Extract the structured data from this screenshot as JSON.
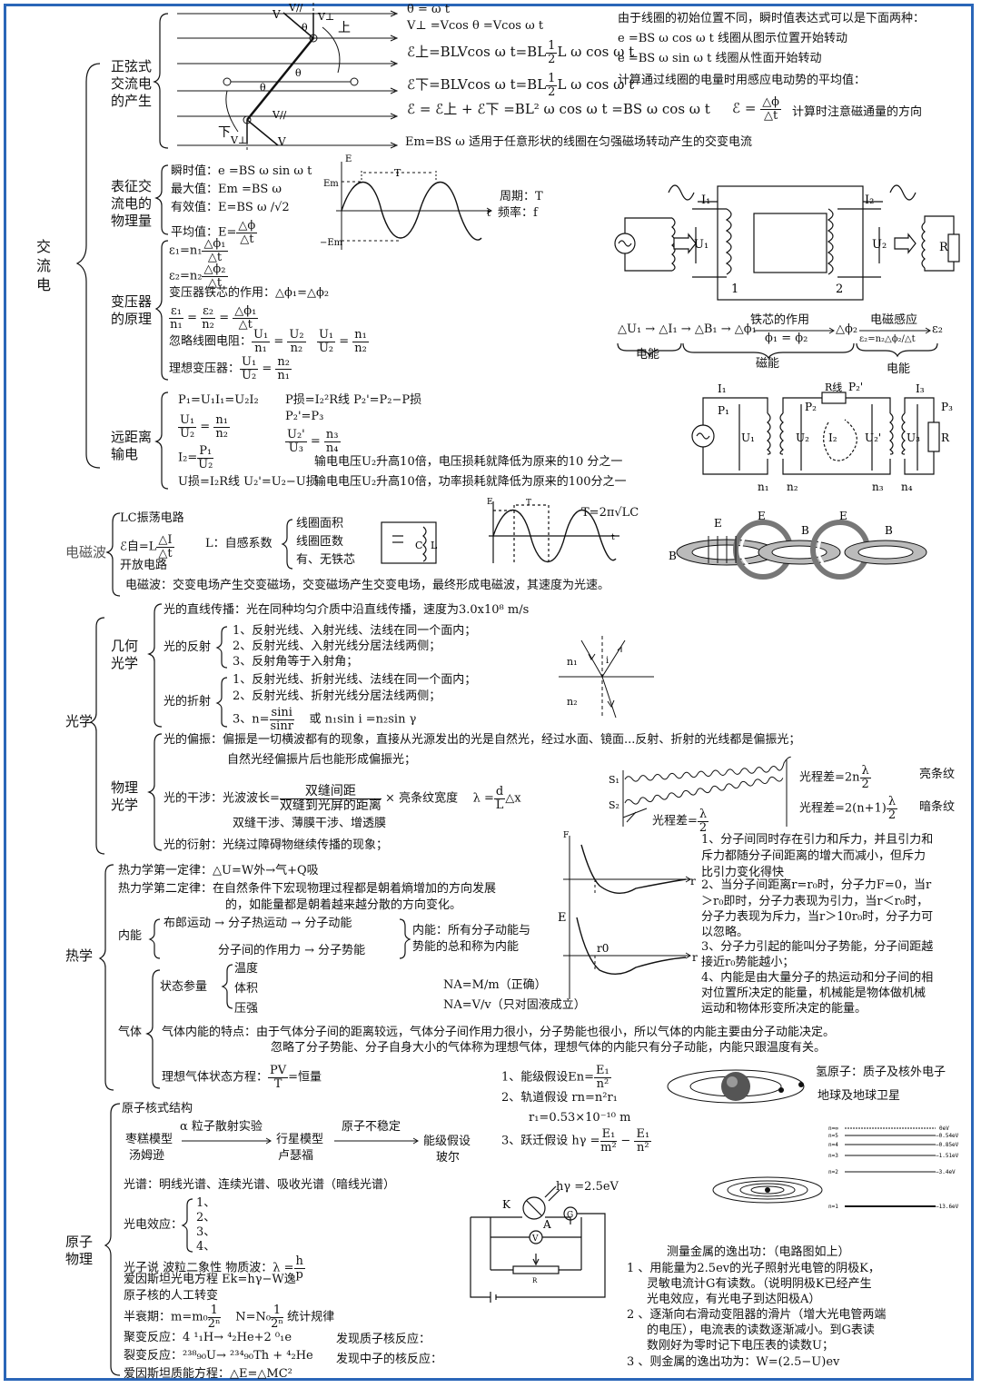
{
  "border_color": "#2a66b8",
  "ac": {
    "title": "交流电",
    "gen": {
      "label": "正弦式交流电的产生",
      "eq1": "θ = ω t",
      "eq2": "V⊥ =Vcos θ =Vcos ω t",
      "eq3": "ℰ上=BLVcos ω t=BL",
      "eq3b": "L ω cos ω t",
      "eq4": "ℰ下=BLVcos ω t=BL",
      "eq4b": "L ω cos ω t",
      "eq5": "ℰ = ℰ上 + ℰ下 =BL² ω cos ω t =BS ω cos ω t",
      "eq6": "Em=BS ω    适用于任意形状的线圈在匀强磁场转动产生的交变电流",
      "note1": "由于线圈的初始位置不同，瞬时值表达式可以是下面两种：",
      "note2": "e =BS ω cos ω t  线圈从图示位置开始转动",
      "note3": "e =BS ω sin ω t  线圈从性面开始转动",
      "note4": "计算通过线圈的电量时用感应电动势的平均值：",
      "note5": "计算时注意磁通量的方向",
      "diagram_labels": [
        "V",
        "V⊥",
        "上",
        "θ",
        "θ",
        "θ",
        "下",
        "V⊥",
        "V",
        "V//",
        "V//"
      ]
    },
    "char": {
      "label": "表征交流电的物理量",
      "l1": "瞬时值：e =BS ω sin ω t",
      "l2": "最大值：Em =BS ω",
      "l3": "有效值：E=BS ω /√2",
      "l4": "平均值：",
      "period": "周期：T",
      "freq": "频率：f",
      "graph_e": "E",
      "graph_em": "Em",
      "graph_mem": "−Em",
      "graph_T": "T",
      "graph_t": "t"
    },
    "transformer": {
      "label": "变压器的原理",
      "l1": "ε₁=n₁",
      "l2": "ε₂=n₂",
      "l3": "变压器铁芯的作用：△ϕ₁=△ϕ₂",
      "l4": "忽略线圈电阻：",
      "l5": "理想变压器：",
      "diag_I1": "I₁",
      "diag_I2": "I₂",
      "diag_U1": "U₁",
      "diag_U2": "U₂",
      "diag_R": "R",
      "diag_1": "1",
      "diag_2": "2",
      "chain": "△U₁→△I₁→△B₁→△ϕ₁ ——— 铁芯的作用 ———→ △ϕ₂ ——— 电磁感应 ———→ ε₂",
      "chain_a": "△U₁ → △I₁ → △B₁ → △ϕ₁",
      "chain_iron": "铁芯的作用",
      "chain_phi": "ϕ₁ = ϕ₂",
      "chain_b": "△ϕ₂",
      "chain_em": "电磁感应",
      "chain_c": "ε₂",
      "chain_eq": "ε₂=n₂△ϕ₂/△t",
      "brace1": "电能",
      "brace2": "磁能",
      "brace3": "电能"
    },
    "transmission": {
      "label": "远距离输电",
      "l1": "P₁=U₁I₁=U₂I₂",
      "l2": "P损=I₂²R线  P₂'=P₂−P损",
      "l3": "P₂'=P₃",
      "l4": "I₂=",
      "l5": "U损=I₂R线   U₂'=U₂−U损",
      "n1": "输电电压U₂升高10倍，电压损耗就降低为原来的10 分之一",
      "n2": "输电电压U₂升高10倍，功率损耗就降低为原来的100分之一",
      "d": [
        "I₁",
        "P₁",
        "U₁",
        "n₁",
        "P₂",
        "U₂",
        "n₂",
        "I₂",
        "R线",
        "P₂'",
        "U₂'",
        "n₃",
        "I₃",
        "P₃",
        "U₃",
        "n₄",
        "R"
      ]
    }
  },
  "em": {
    "title": "电磁波",
    "lc": "LC振荡电路",
    "eself": "ℰ自=L",
    "coef": "L：自感系数",
    "c1": "线圈面积",
    "c2": "线圈匝数",
    "c3": "有、无铁芯",
    "open": "开放电路",
    "wave": "电磁波：交变电场产生交变磁场，交变磁场产生交变电场，最终形成电磁波，其速度为光速。",
    "period": "T=2π√LC",
    "labels": [
      "E",
      "E",
      "E",
      "B",
      "B",
      "B",
      "C",
      "L",
      "E",
      "T",
      "t"
    ]
  },
  "optics": {
    "title": "光学",
    "geo": "几何光学",
    "phy": "物理光学",
    "straight": "光的直线传播：光在同种均匀介质中沿直线传播，速度为3.0x10⁸ m/s",
    "refl": "光的反射",
    "refl1": "1、反射光线、入射光线、法线在同一个面内；",
    "refl2": "2、反射光线、入射光线分居法线两侧；",
    "refl3": "3、反射角等于入射角；",
    "refr": "光的折射",
    "refr1": "1、反射光线、折射光线、法线在同一个面内；",
    "refr2": "2、反射光线、折射光线分居法线两侧；",
    "refr3a": "3、n=",
    "refr3b": "或  n₁sin i =n₂sin γ",
    "sini": "sini",
    "sinr": "sinr",
    "n1": "n₁",
    "n2": "n₂",
    "i": "i",
    "pol": "光的偏振：偏振是一切横波都有的现象，直接从光源发出的光是自然光，经过水面、镜面...反射、折射的光线都是偏振光；",
    "pol2": "自然光经偏振片后也能形成偏振光；",
    "inter": "光的干涉：光波波长=",
    "inter_num": "双缝间距",
    "inter_den": "双缝到光屏的距离",
    "inter_x": "× 亮条纹宽度",
    "inter_lam": "λ =",
    "inter_d": "d",
    "inter_L": "L",
    "inter_dx": "△x",
    "inter_types": "双缝干涉、薄膜干涉、增透膜",
    "diff": "光的衍射：光绕过障碍物继续传播的现象；",
    "s1": "S₁",
    "s2": "S₂",
    "path": "光程差=",
    "path_lam": "λ",
    "path_2": "2",
    "bright": "光程差=2n",
    "dark": "光程差=2(n+1)",
    "bright_l": "亮条纹",
    "dark_l": "暗条纹"
  },
  "thermo": {
    "title": "热学",
    "law1": "热力学第一定律：△U=W外→气+Q吸",
    "law2": "热力学第二定律：在自然条件下宏现物理过程都是朝着熵增加的方向发展",
    "law2b": "的，如能量都是朝着越来越分散的方向变化。",
    "inner": "内能",
    "brown": "布郎运动 → 分子热运动 → 分子动能",
    "force": "分子间的作用力 → 分子势能",
    "inner_def": "内能：所有分子动能与",
    "inner_def2": "势能的总和称为内能",
    "state": "状态参量",
    "temp": "温度",
    "vol": "体积",
    "pres": "压强",
    "na1": "NA=M/m（正确）",
    "na2": "NA=V/v（只对固液成立）",
    "gas": "气体",
    "gas1": "气体内能的特点：由于气体分子间的距离较远，气体分子间作用力很小，分子势能也很小，所以气体的内能主要由分子动能决定。",
    "gas2": "忽略了分子势能、分子自身大小的气体称为理想气体，理想气体的内能只有分子动能，内能只跟温度有关。",
    "gas3": "理想气体状态方程：",
    "pv": "PV",
    "T": "T",
    "const": "=恒量",
    "graph_F": "F",
    "graph_E": "E",
    "graph_r": "r",
    "graph_r0": "r0",
    "mol1": "1、分子间同时存在引力和斥力，并且引力和斥力都随分子间距离的增大而减小，但斥力比引力变化得快",
    "mol1a": "1、分子间同时存在引力和斥力，并且引力和",
    "mol1b": "斥力都随分子间距离的增大而减小，但斥力",
    "mol1c": "比引力变化得快",
    "mol2a": "2、当分子间距离r=r₀时，分子力F=0，当r",
    "mol2b": "＞r₀即时，分子力表现为引力，当r＜r₀时，",
    "mol2c": "分子力表现为斥力，当r＞10r₀时，分子力可",
    "mol2d": "以忽略。",
    "mol3a": "3、分子力引起的能叫分子势能，分子间距越",
    "mol3b": "接近r₀势能越小；",
    "mol4a": "4、内能是由大量分子的热运动和分子间的相",
    "mol4b": "对位置所决定的能量，机械能是物体做机械",
    "mol4c": "运动和物体形变所决定的能量。"
  },
  "atom": {
    "title": "原子物理",
    "struct": "原子核式结构",
    "alpha": "α 粒子散射实验",
    "unstable": "原子不稳定",
    "m1": "枣糕模型",
    "m1b": "汤姆逊",
    "m2": "行星模型",
    "m2b": "卢瑟福",
    "m3": "能级假设",
    "m3b": "玻尔",
    "spec": "光谱：明线光谱、连续光谱、吸收光谱（暗线光谱）",
    "pe": "光电效应：",
    "pe_items": [
      "1、",
      "2、",
      "3、",
      "4、"
    ],
    "photon": "光子说    波粒二象性    物质波：λ =",
    "h": "h",
    "p": "p",
    "einstein": "爱因斯坦光电方程  Ek=hγ−W逸",
    "artificial": "原子核的人工转变",
    "half": "半衰期：m=m₀",
    "half2": "N=N₀",
    "half3": "统计规律",
    "one": "1",
    "two_n": "2ⁿ",
    "fusion": "聚变反应：4 ¹₁H→ ⁴₂He+2 ⁰₁e",
    "fission": "裂变反应：²³⁸₉₀U→ ²³⁴₉₀Th + ⁴₂He",
    "mass": "爱因斯坦质能方程：△E=△MC²",
    "proton": "发现质子核反应：",
    "neutron": "发现中子的核反应：",
    "bohr1": "1、能级假设En=",
    "bohr1b": "E₁",
    "bohr1c": "n²",
    "bohr2": "2、轨道假设  rn=n²r₁",
    "bohr2b": "r₁=0.53×10⁻¹⁰ m",
    "bohr3": "3、跃迁假设  hγ =",
    "bohr3e": "E₁",
    "bohr3m": "m²",
    "bohr3n": "n²",
    "h_atom": "氢原子：质子及核外电子",
    "earth": "地球及地球卫星",
    "levels": [
      "n=∞",
      "n=5",
      "n=4",
      "n=3",
      "n=2",
      "n=1"
    ],
    "energies": [
      "0eV",
      "−0.54eV",
      "−0.85eV",
      "−1.51eV",
      "−3.4eV",
      "−13.6eV"
    ],
    "hv": "hγ =2.5eV",
    "circ": [
      "K",
      "A",
      "G",
      "V",
      "R"
    ],
    "wf_title": "测量金属的逸出功：（电路图如上）",
    "wf1": "1 、用能量为2.5ev的光子照射光电管的阴极K，",
    "wf1b": "灵敏电流计G有读数。（说明阴极K已经产生",
    "wf1c": "光电效应，有光电子到达阳极A）",
    "wf2": "2 、逐渐向右滑动变阻器的滑片（增大光电管两端",
    "wf2b": "的电压），电流表的读数逐渐减小。到G表读",
    "wf2c": "数刚好为零时记下电压表的读数U；",
    "wf3": "3 、则金属的逸出功为：W=(2.5−U)ev"
  }
}
